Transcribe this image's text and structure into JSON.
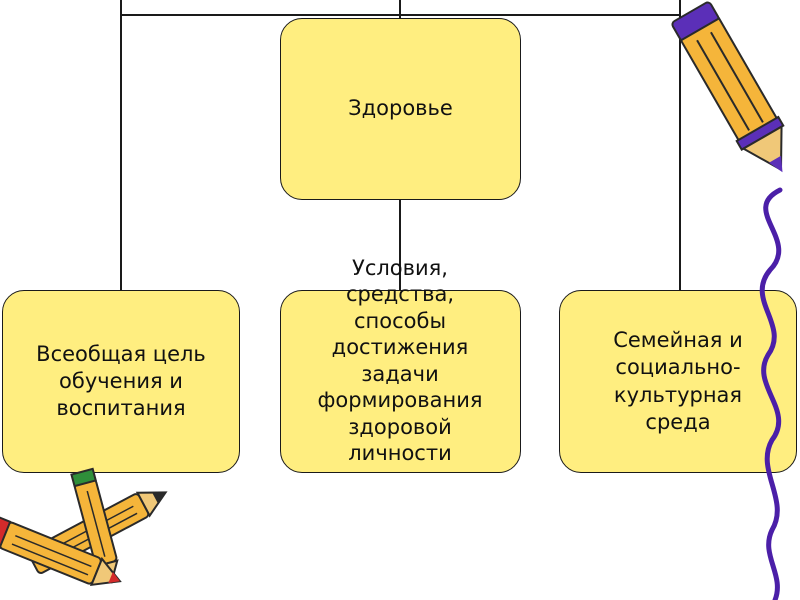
{
  "diagram": {
    "top_node": {
      "label": "Здоровье"
    },
    "left_node": {
      "label": "Всеобщая цель\nобучения и\nвоспитания"
    },
    "center_node": {
      "label": "Условия,\nсредства,\nспособы\nдостижения\nзадачи\nформирования\nздоровой\nличности"
    },
    "right_node": {
      "label": "Семейная и\nсоциально-\nкультурная\nсреда"
    }
  },
  "colors": {
    "box_fill": "#ffee80",
    "box_border": "#1a1a1a",
    "connector": "#1a1a1a",
    "pencil_body": "#f5b53a",
    "pencil_dark": "#2a2a2a",
    "pencil_purple": "#5b2fb8",
    "pencil_red": "#d42b2b",
    "pencil_green": "#2f8f3a",
    "squiggle": "#4b1fa8"
  },
  "decorations": [
    "pencil-icon",
    "crayons-icon",
    "squiggle-line"
  ]
}
